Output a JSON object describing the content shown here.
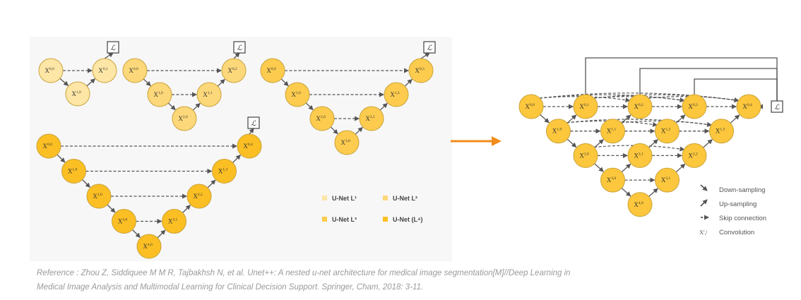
{
  "node_symbol": "X",
  "loss_symbol": "ℒ",
  "colors": {
    "L1": "#fde6a6",
    "L2": "#fdd87a",
    "L3": "#fdcc4e",
    "L4": "#fbbf24",
    "plus": "#fcc73c",
    "node_stroke": "#c9a23a",
    "arrow": "#f28c1a",
    "line": "#555555"
  },
  "legend": {
    "l1": "U-Net L¹",
    "l2": "U-Net L²",
    "l3": "U-Net L³",
    "l4": "U-Net (L⁴)"
  },
  "right_legend": {
    "down": "Down-sampling",
    "up": "Up-sampling",
    "skip": "Skip connection",
    "conv_symbol": "Xⁱ,ʲ",
    "conv": "Convolution"
  },
  "caption": {
    "line1": "Reference : Zhou Z, Siddiquee M M R, Tajbakhsh N, et al. Unet++: A nested u-net architecture for medical image segmentation[M]//Deep Learning in",
    "line2": "Medical Image Analysis and Multimodal Learning for Clinical Decision Support. Springer, Cham, 2018: 3-11."
  }
}
